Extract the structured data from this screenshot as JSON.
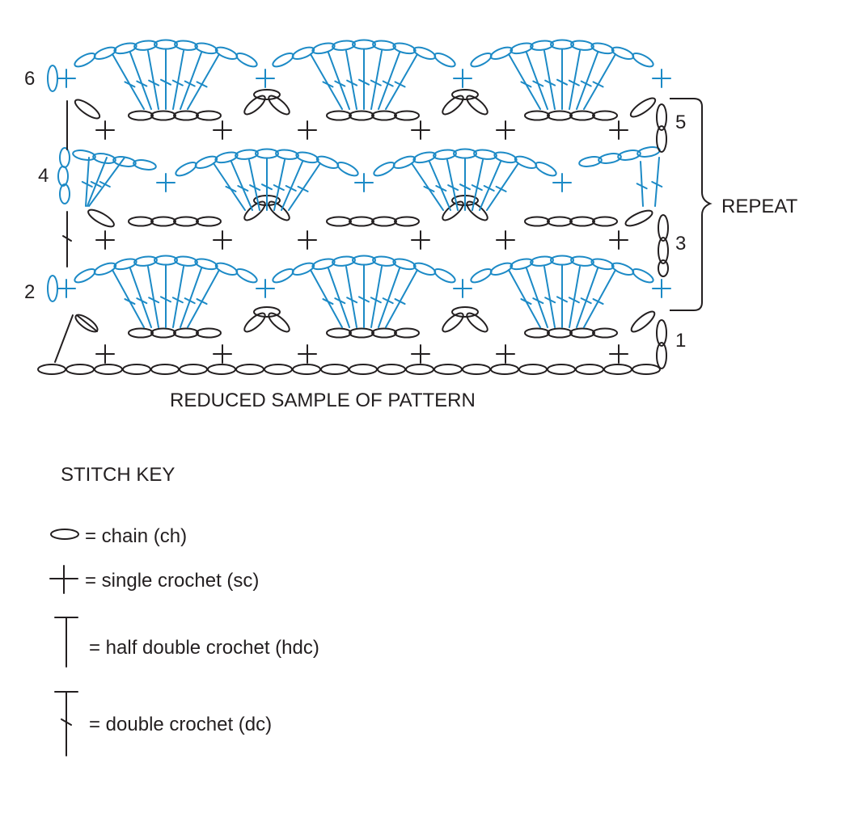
{
  "colors": {
    "dark": "#231f20",
    "blue": "#1c8ac6"
  },
  "diagram": {
    "row_labels": [
      "6",
      "5",
      "4",
      "3",
      "2",
      "1"
    ],
    "repeat_label": "REPEAT",
    "caption": "REDUCED SAMPLE OF PATTERN"
  },
  "key": {
    "title": "STITCH KEY",
    "items": [
      {
        "symbol": "chain-icon",
        "text": "= chain (ch)"
      },
      {
        "symbol": "single-crochet-icon",
        "text": "= single crochet (sc)"
      },
      {
        "symbol": "half-double-crochet-icon",
        "text": "= half double crochet (hdc)"
      },
      {
        "symbol": "double-crochet-icon",
        "text": "= double crochet (dc)"
      }
    ]
  }
}
